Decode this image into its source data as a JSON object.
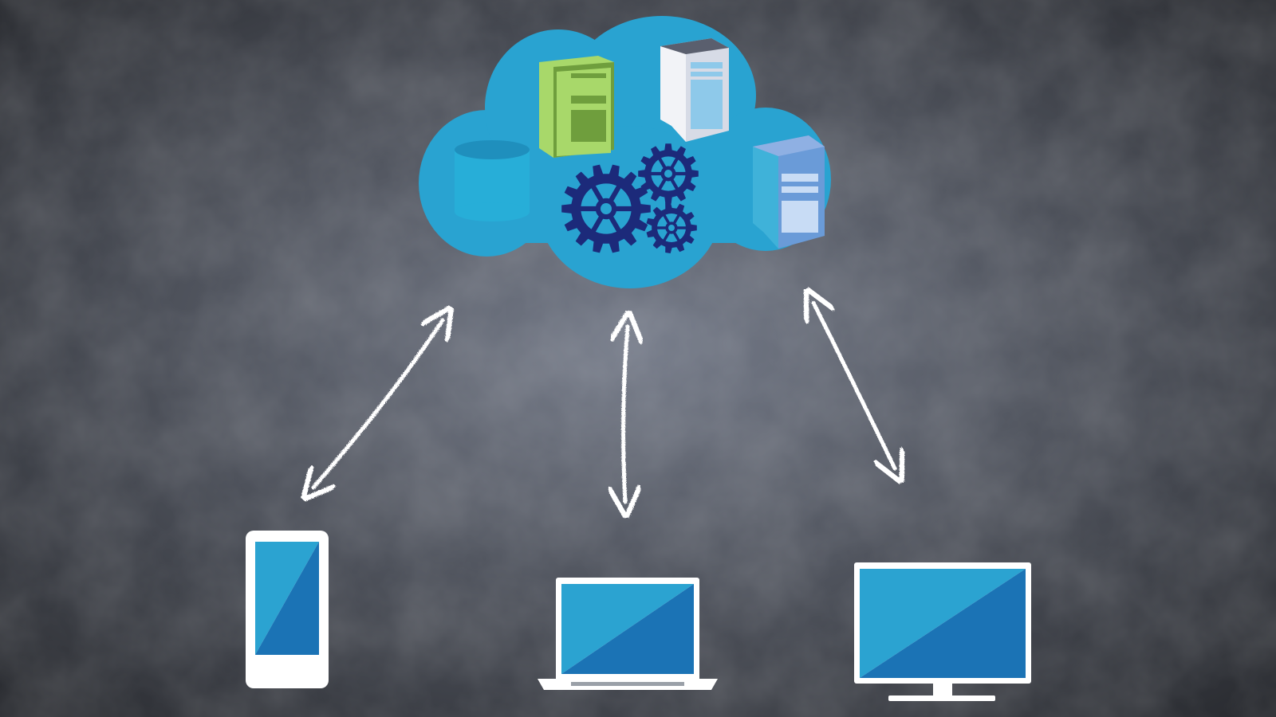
{
  "colors": {
    "background_center": "#757b89",
    "background_edge": "#2a2c31",
    "chalk": "#ffffff",
    "cloud": "#29a3d1",
    "cloud_shade": "#1f8fbd",
    "screen_light": "#2ba3d1",
    "screen_dark": "#1b73b5",
    "device_frame": "#ffffff",
    "gear": "#1c2a7a",
    "server_green": "#a8d86a",
    "server_green_dark": "#6f9e3d",
    "server_grey": "#d7dbe6",
    "server_blue": "#6a9bd8",
    "database": "#27aed8"
  },
  "diagram": {
    "cloud": {
      "components": [
        "database-icon",
        "green-server-icon",
        "grey-server-icon",
        "blue-server-icon",
        "gears-icon"
      ]
    },
    "connections": [
      {
        "from": "cloud",
        "to": "smartphone",
        "direction": "bidirectional"
      },
      {
        "from": "cloud",
        "to": "laptop",
        "direction": "bidirectional"
      },
      {
        "from": "cloud",
        "to": "desktop-monitor",
        "direction": "bidirectional"
      }
    ],
    "devices": [
      "smartphone-icon",
      "laptop-icon",
      "desktop-monitor-icon"
    ]
  }
}
